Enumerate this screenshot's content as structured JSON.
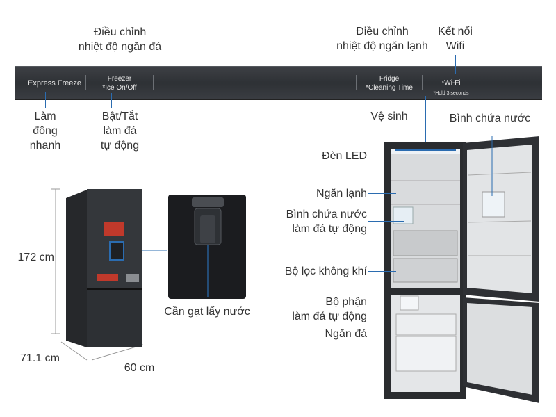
{
  "panel": {
    "express_freeze": "Express Freeze",
    "freezer_title": "Freezer",
    "freezer_sub": "*Ice On/Off",
    "fridge_title": "Fridge",
    "fridge_sub": "*Cleaning Time",
    "wifi_title": "*Wi-Fi",
    "wifi_sub": "*Hold 3 seconds"
  },
  "callouts": {
    "freezer_temp": [
      "Điều chỉnh",
      "nhiệt độ ngăn đá"
    ],
    "fridge_temp": [
      "Điều chỉnh",
      "nhiệt độ ngăn lạnh"
    ],
    "wifi": [
      "Kết nối",
      "Wifi"
    ],
    "quick_freeze": [
      "Làm",
      "đông",
      "nhanh"
    ],
    "ice_toggle": [
      "Bật/Tắt",
      "làm đá",
      "tự động"
    ],
    "cleaning": "Vệ sinh",
    "water_tank": "Bình chứa nước",
    "led": "Đèn LED",
    "fridge_compartment": "Ngăn lạnh",
    "ice_water_tank": [
      "Bình chứa nước",
      "làm đá tự động"
    ],
    "air_filter": "Bộ lọc không khí",
    "ice_maker": [
      "Bộ phận",
      "làm đá tự động"
    ],
    "freezer_compartment": "Ngăn đá",
    "dispenser_lever": "Cần gạt lấy  nước"
  },
  "dimensions": {
    "height": "172 cm",
    "depth": "71.1 cm",
    "width": "60 cm"
  },
  "colors": {
    "accent_line": "#2b6cb0",
    "fridge_body": "#2f3134",
    "panel_bg": "#33363a"
  }
}
